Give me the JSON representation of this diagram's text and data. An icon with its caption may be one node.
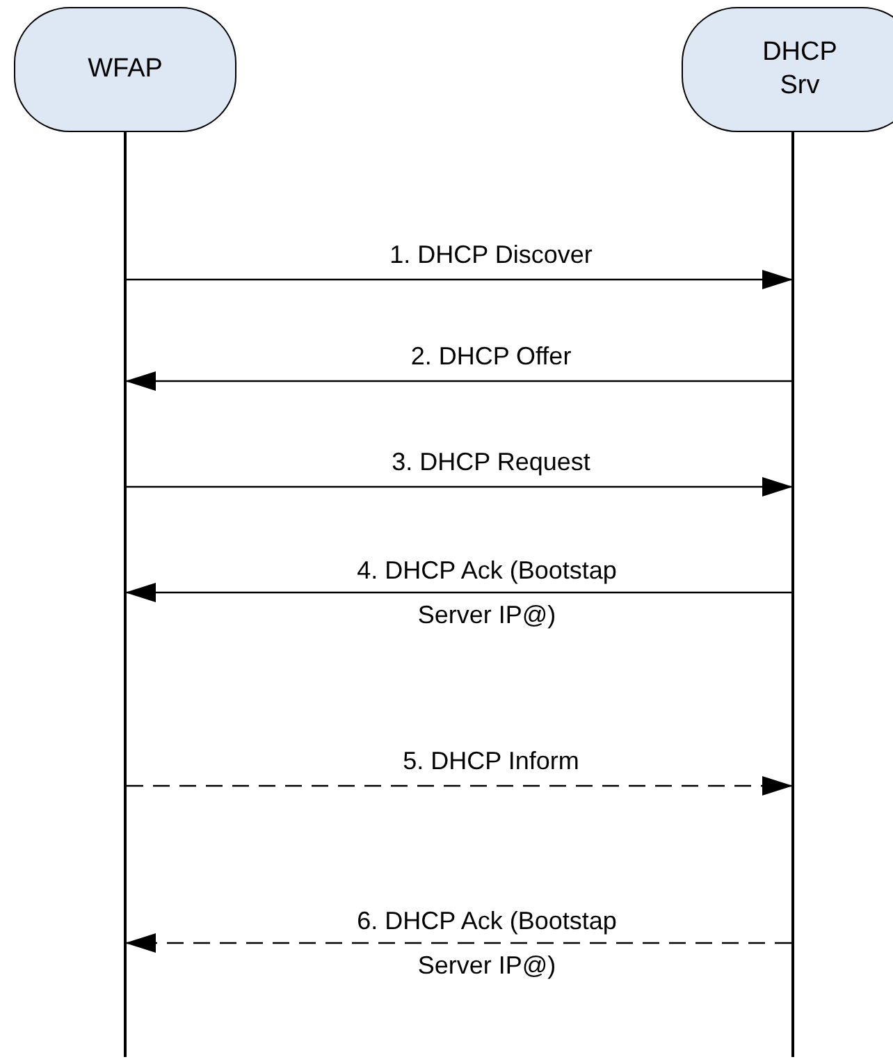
{
  "diagram": {
    "nodes": [
      {
        "text": [
          "WFAP"
        ]
      },
      {
        "text": [
          "DHCP Srv"
        ]
      },
      {
        "text": [],
        "shape": "bar"
      },
      {
        "text": [],
        "shape": "bar"
      }
    ],
    "edges": [
      {
        "from": 2,
        "to": 3,
        "arrow": "to",
        "label": "1. DHCP Discover"
      },
      {
        "from": 3,
        "to": 2,
        "arrow": "to",
        "label": "2. DHCP Offer"
      },
      {
        "from": 2,
        "to": 3,
        "arrow": "to",
        "label": "3. DHCP Request"
      },
      {
        "from": 3,
        "to": 2,
        "arrow": "to",
        "label": "4. DHCP Ack (Bootstap Server IP@)"
      },
      {
        "from": 2,
        "to": 3,
        "arrow": "to",
        "label": "5. DHCP Inform",
        "style": "dashed"
      },
      {
        "from": 3,
        "to": 2,
        "arrow": "to",
        "label": "6. DHCP Ack (Bootstap Server IP@)",
        "style": "dashed"
      }
    ]
  }
}
